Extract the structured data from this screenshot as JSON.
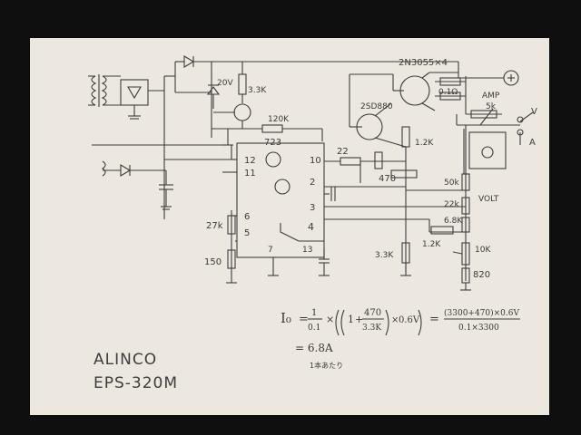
{
  "title": "ALINCO",
  "model": "EPS-320M",
  "labels": {
    "transistor_top": "2N3055×4",
    "r_0_1": "0.1Ω",
    "amp_meter": "AMP",
    "amp_pot": "5k",
    "terminal_v": "V",
    "terminal_a": "A",
    "zener": "20V",
    "r_3_3k_top": "3.3K",
    "r_120k": "120K",
    "q_2sd880": "2SD880",
    "ic": "723",
    "r_1_2k_mid": "1.2K",
    "r_22": "22",
    "r_470": "470",
    "pin_12": "12",
    "pin_11": "11",
    "pin_10": "10",
    "pin_2": "2",
    "pin_3": "3",
    "pin_4": "4",
    "pin_5": "5",
    "pin_6": "6",
    "pin_7": "7",
    "pin_13": "13",
    "r_27k": "27k",
    "r_150": "150",
    "r_3_3k_bot": "3.3K",
    "r_1_2k_bot": "1.2K",
    "r_50k": "50k",
    "r_22k": "22k",
    "volt": "VOLT",
    "r_6_8k": "6.8K",
    "r_10k": "10K",
    "r_820": "820"
  },
  "formula": {
    "lhs": "I₀",
    "eq": "=",
    "one": "1",
    "tenth": "0.1",
    "times": "×",
    "num470": "470",
    "den3_3k": "3.3K",
    "vbe": "0.6V",
    "rhs_num": "(3300+470)×0.6V",
    "rhs_den": "0.1×3300",
    "result": "= 6.8A",
    "note": "1本あたり"
  }
}
